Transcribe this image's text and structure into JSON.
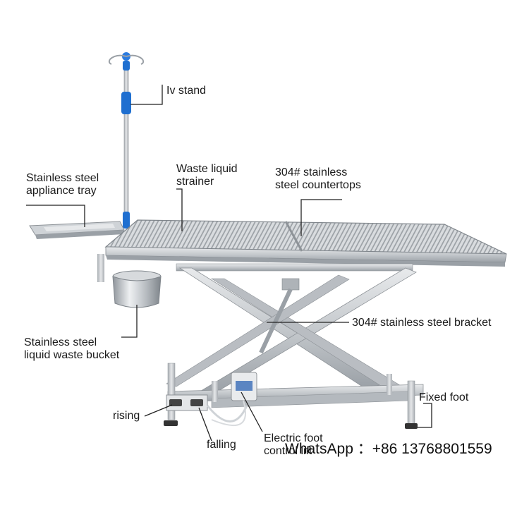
{
  "labels": {
    "iv_stand": "Iv stand",
    "appliance_tray": [
      "Stainless steel",
      "appliance tray"
    ],
    "waste_strainer": [
      "Waste liquid",
      "strainer"
    ],
    "countertops": [
      "304# stainless",
      "steel countertops"
    ],
    "bracket": "304# stainless steel bracket",
    "waste_bucket": [
      "Stainless steel",
      "liquid waste bucket"
    ],
    "fixed_foot": "Fixed foot",
    "rising": "rising",
    "falling": "falling",
    "foot_control": [
      "Electric foot",
      "control lift"
    ]
  },
  "watermark": "WhatsApp ：+86 13768801559",
  "colors": {
    "steel": "#c9ccd0",
    "steel_dark": "#8e9398",
    "iv_blue": "#1f6fd0",
    "leader": "#222222"
  }
}
